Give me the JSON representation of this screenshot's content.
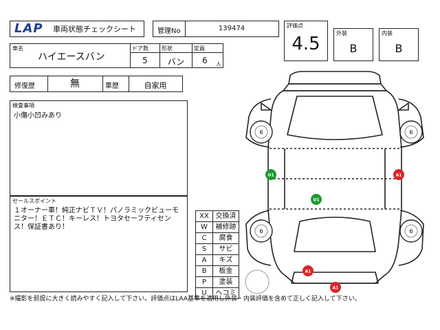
{
  "header": {
    "logo_text": "LAP",
    "sheet_title": "車両状態チェックシート",
    "mgmt_label": "管理No",
    "mgmt_no": "139474"
  },
  "vehicle": {
    "name_label": "車名",
    "name": "ハイエースバン",
    "doors_label": "ドア数",
    "doors": "5",
    "body_label": "形状",
    "body": "バン",
    "capacity_label": "定員",
    "capacity": "6",
    "capacity_unit": "人"
  },
  "history": {
    "repair_label": "修復歴",
    "repair_value": "無",
    "usage_label": "車歴",
    "usage_value": "自家用"
  },
  "scores": {
    "overall_label": "評価点",
    "overall": "4.5",
    "exterior_label": "外装",
    "exterior": "B",
    "interior_label": "内装",
    "interior": "B"
  },
  "inspection": {
    "label": "検査事項",
    "text": "小傷小凹みあり"
  },
  "sales": {
    "label": "セールスポイント",
    "text": "１オーナー車！純正ナビＴＶ！パノラミックビューモニター！ＥＴＣ！キーレス！トヨタセーフティセンス！保証書あり！"
  },
  "legend": [
    {
      "code": "XX",
      "meaning": "交換済"
    },
    {
      "code": "W",
      "meaning": "補修跡"
    },
    {
      "code": "C",
      "meaning": "腐食"
    },
    {
      "code": "S",
      "meaning": "サビ"
    },
    {
      "code": "A",
      "meaning": "キズ"
    },
    {
      "code": "B",
      "meaning": "板金"
    },
    {
      "code": "P",
      "meaning": "塗装"
    },
    {
      "code": "U",
      "meaning": "ヘコミ"
    }
  ],
  "diagram": {
    "wheel_label": "6",
    "marks": [
      {
        "label": "U1",
        "color": "#1f9a2e"
      },
      {
        "label": "A1",
        "color": "#d9252a"
      },
      {
        "label": "U1",
        "color": "#1f9a2e"
      },
      {
        "label": "A1",
        "color": "#d9252a"
      },
      {
        "label": "A1",
        "color": "#d9252a"
      }
    ]
  },
  "footer": {
    "note": "※撮影を前提に大きく読みやすく記入して下さい。評価点はLAA基準を適用し外装・内装評価を含めて正しく記入して下さい。"
  },
  "colors": {
    "logo_blue": "#1d3f8f",
    "line": "#222222",
    "mark_green": "#1f9a2e",
    "mark_red": "#d9252a"
  }
}
